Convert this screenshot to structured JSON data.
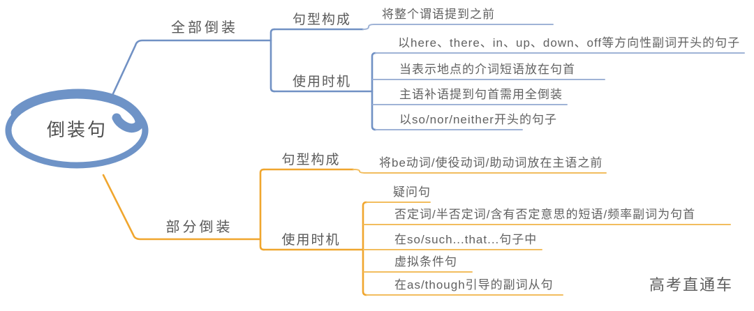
{
  "root": {
    "label": "倒装句"
  },
  "branches": [
    {
      "label": "全部倒装",
      "children": [
        {
          "label": "句型构成",
          "children": [
            {
              "label": "将整个谓语提到之前"
            }
          ]
        },
        {
          "label": "使用时机",
          "children": [
            {
              "label": "以here、there、in、up、down、off等方向性副词开头的句子"
            },
            {
              "label": "当表示地点的介词短语放在句首"
            },
            {
              "label": "主语补语提到句首需用全倒装"
            },
            {
              "label": "以so/nor/neither开头的句子"
            }
          ]
        }
      ]
    },
    {
      "label": "部分倒装",
      "children": [
        {
          "label": "句型构成",
          "children": [
            {
              "label": "将be动词/使役动词/助动词放在主语之前"
            }
          ]
        },
        {
          "label": "使用时机",
          "children": [
            {
              "label": "疑问句"
            },
            {
              "label": "否定词/半否定词/含有否定意思的短语/频率副词为句首"
            },
            {
              "label": "在so/such...that...句子中"
            },
            {
              "label": "虚拟条件句"
            },
            {
              "label": "在as/though引导的副词从句"
            }
          ]
        }
      ]
    }
  ],
  "watermark": {
    "text": "高考直通车"
  },
  "colors": {
    "branch_top": "#7191C4",
    "branch_top_light": "#9FB3D6",
    "branch_bottom": "#F0A62E",
    "branch_bottom_light": "#F2BD5E",
    "root_stroke": "#6E93C7",
    "text": "#595959"
  }
}
